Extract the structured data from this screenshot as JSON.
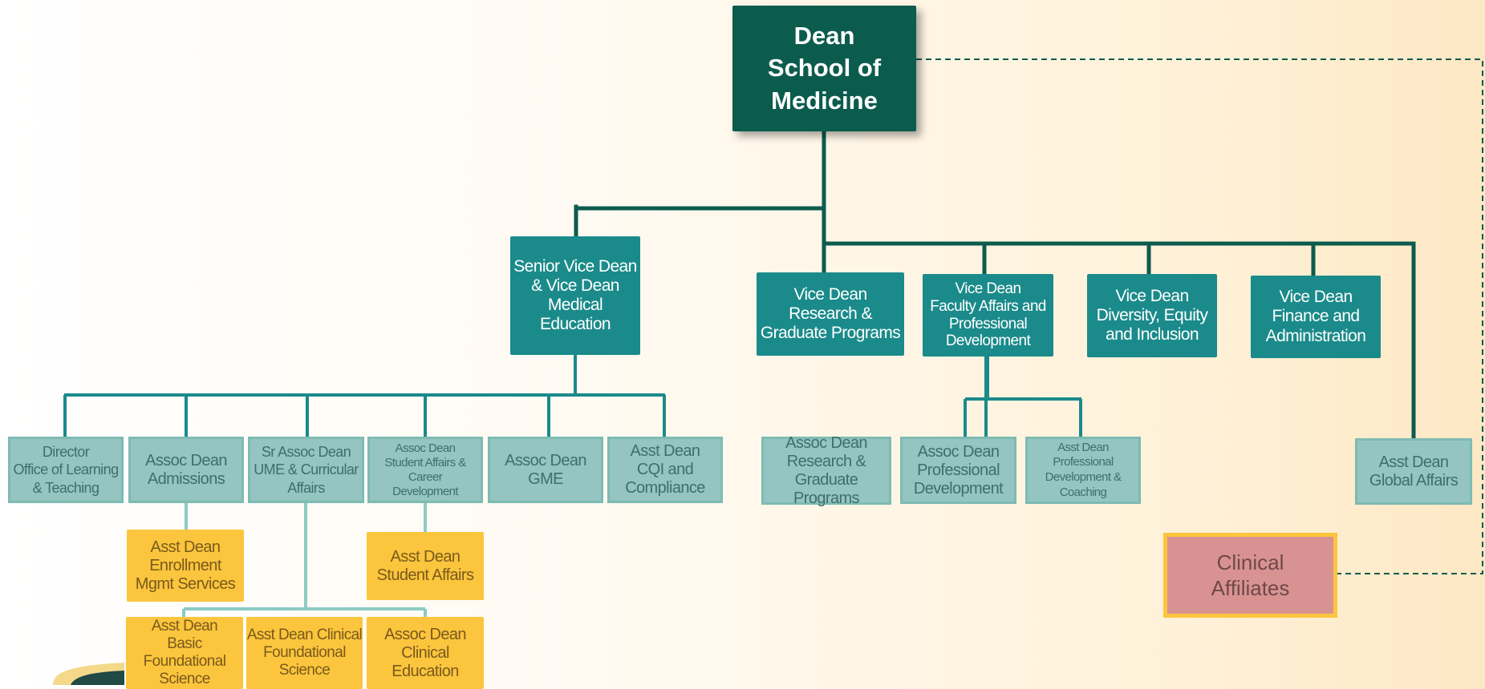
{
  "colors": {
    "dean": "#0c5c4e",
    "vice_dean": "#1b8a8a",
    "assoc": "#95c5c0",
    "asst": "#fbc53d",
    "affiliate": "#d99292"
  },
  "dean": {
    "label": "Dean\nSchool of\nMedicine"
  },
  "vice_deans": {
    "med_ed": "Senior Vice Dean\n& Vice Dean\nMedical\nEducation",
    "research": "Vice Dean\nResearch &\nGraduate Programs",
    "faculty": "Vice Dean\nFaculty Affairs and\nProfessional\nDevelopment",
    "dei": "Vice Dean\nDiversity, Equity\nand Inclusion",
    "finance": "Vice Dean\nFinance and\nAdministration"
  },
  "assoc": {
    "director_olt": "Director\nOffice of Learning\n& Teaching",
    "admissions": "Assoc Dean\nAdmissions",
    "ume": "Sr Assoc Dean\nUME & Curricular\nAffairs",
    "student_affairs": "Assoc Dean\nStudent Affairs &\nCareer\nDevelopment",
    "gme": "Assoc Dean\nGME",
    "cqi": "Asst Dean\nCQI and\nCompliance",
    "research": "Assoc Dean\nResearch &\nGraduate Programs",
    "prof_dev": "Assoc Dean\nProfessional\nDevelopment",
    "prof_dev_coaching": "Asst Dean\nProfessional\nDevelopment &\nCoaching",
    "global": "Asst Dean\nGlobal Affairs"
  },
  "asst": {
    "enrollment": "Asst Dean\nEnrollment\nMgmt Services",
    "student_affairs": "Asst Dean\nStudent Affairs",
    "basic_science": "Asst Dean\nBasic Foundational\nScience",
    "clinical_foundational": "Asst Dean Clinical\nFoundational\nScience",
    "clinical_education": "Assoc Dean\nClinical\nEducation"
  },
  "affiliates": {
    "label": "Clinical\nAffiliates"
  }
}
